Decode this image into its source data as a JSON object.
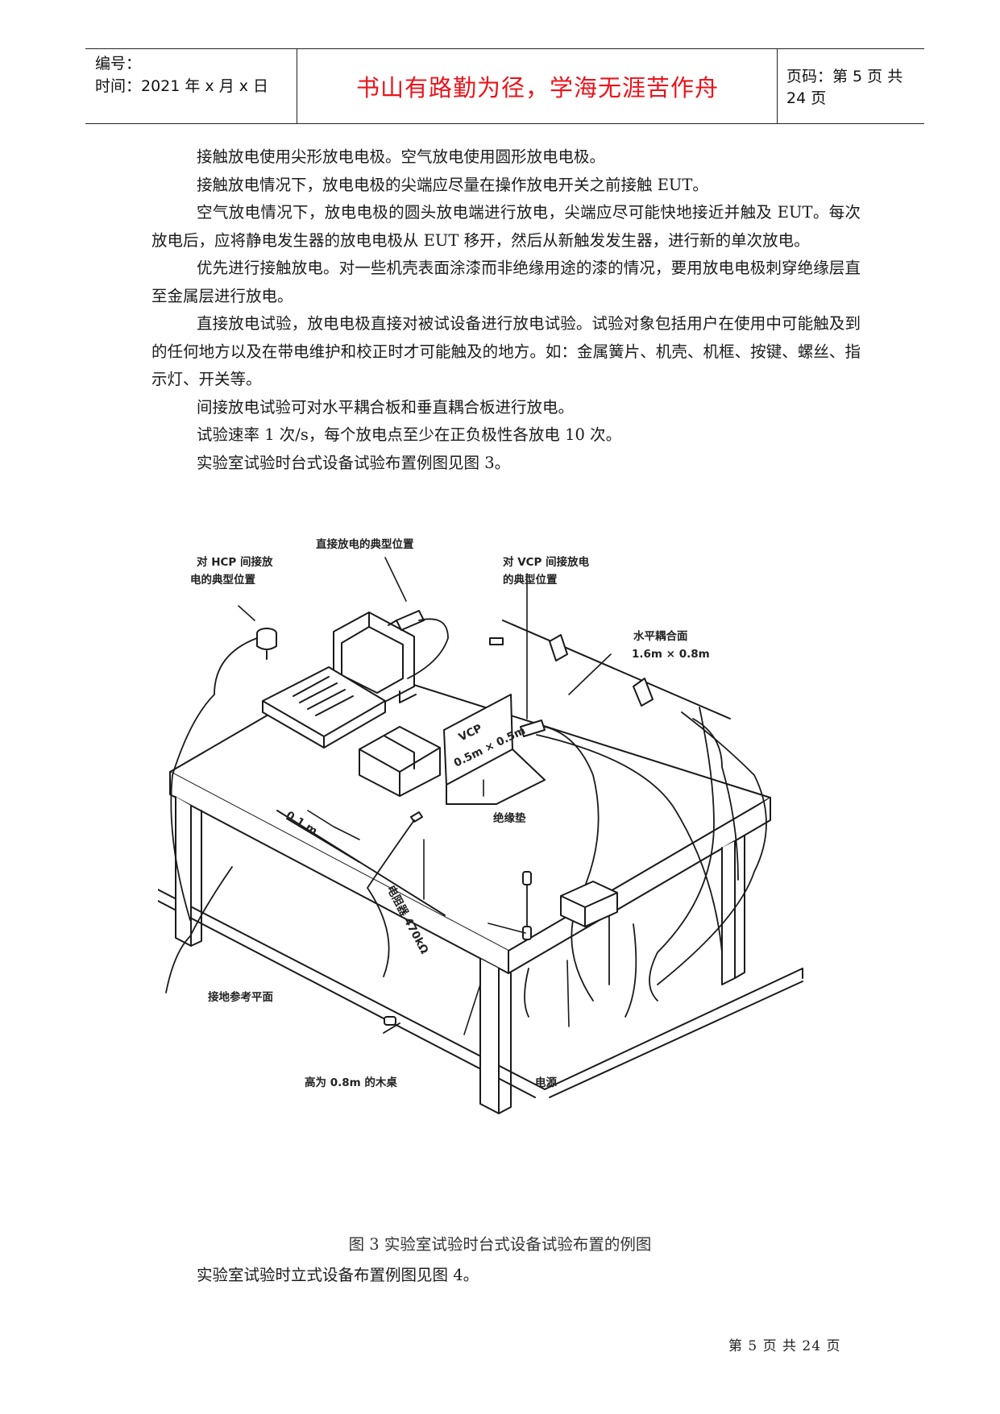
{
  "header": {
    "number_label": "编号：",
    "time_label": "时间：2021 年 x 月 x 日",
    "motto": "书山有路勤为径，学海无涯苦作舟",
    "page_info": "页码：第 5 页  共 24 页"
  },
  "paragraphs": [
    "接触放电使用尖形放电电极。空气放电使用圆形放电电极。",
    "接触放电情况下，放电电极的尖端应尽量在操作放电开关之前接触 EUT。",
    "空气放电情况下，放电电极的圆头放电端进行放电，尖端应尽可能快地接近并触及 EUT。每次放电后，应将静电发生器的放电电极从 EUT 移开，然后从新触发发生器，进行新的单次放电。",
    "优先进行接触放电。对一些机壳表面涂漆而非绝缘用途的漆的情况，要用放电电极刺穿绝缘层直至金属层进行放电。",
    "直接放电试验，放电电极直接对被试设备进行放电试验。试验对象包括用户在使用中可能触及到的任何地方以及在带电维护和校正时才可能触及的地方。如：金属簧片、机壳、机框、按键、螺丝、指示灯、开关等。",
    "间接放电试验可对水平耦合板和垂直耦合板进行放电。",
    "试验速率 1 次/s，每个放电点至少在正负极性各放电 10 次。",
    "实验室试验时台式设备试验布置例图见图 3。"
  ],
  "figure": {
    "labels": {
      "direct": "直接放电的典型位置",
      "hcp_1": "对 HCP 间接放",
      "hcp_2": "电的典型位置",
      "vcp_1": "对 VCP 间接放电",
      "vcp_2": "的典型位置",
      "hplane_1": "水平耦合面",
      "hplane_2": "1.6m × 0.8m",
      "vcp_box_1": "VCP",
      "vcp_box_2": "0.5m × 0.5m",
      "insulation": "绝缘垫",
      "dist": "0.1 m",
      "resistor": "电阻器 470kΩ",
      "ground": "接地参考平面",
      "table": "高为 0.8m 的木桌",
      "power": "电源"
    },
    "caption": "图 3    实验室试验时台式设备试验布置的例图"
  },
  "after_text": "实验室试验时立式设备布置例图见图 4。",
  "footer": "第 5 页 共 24 页"
}
